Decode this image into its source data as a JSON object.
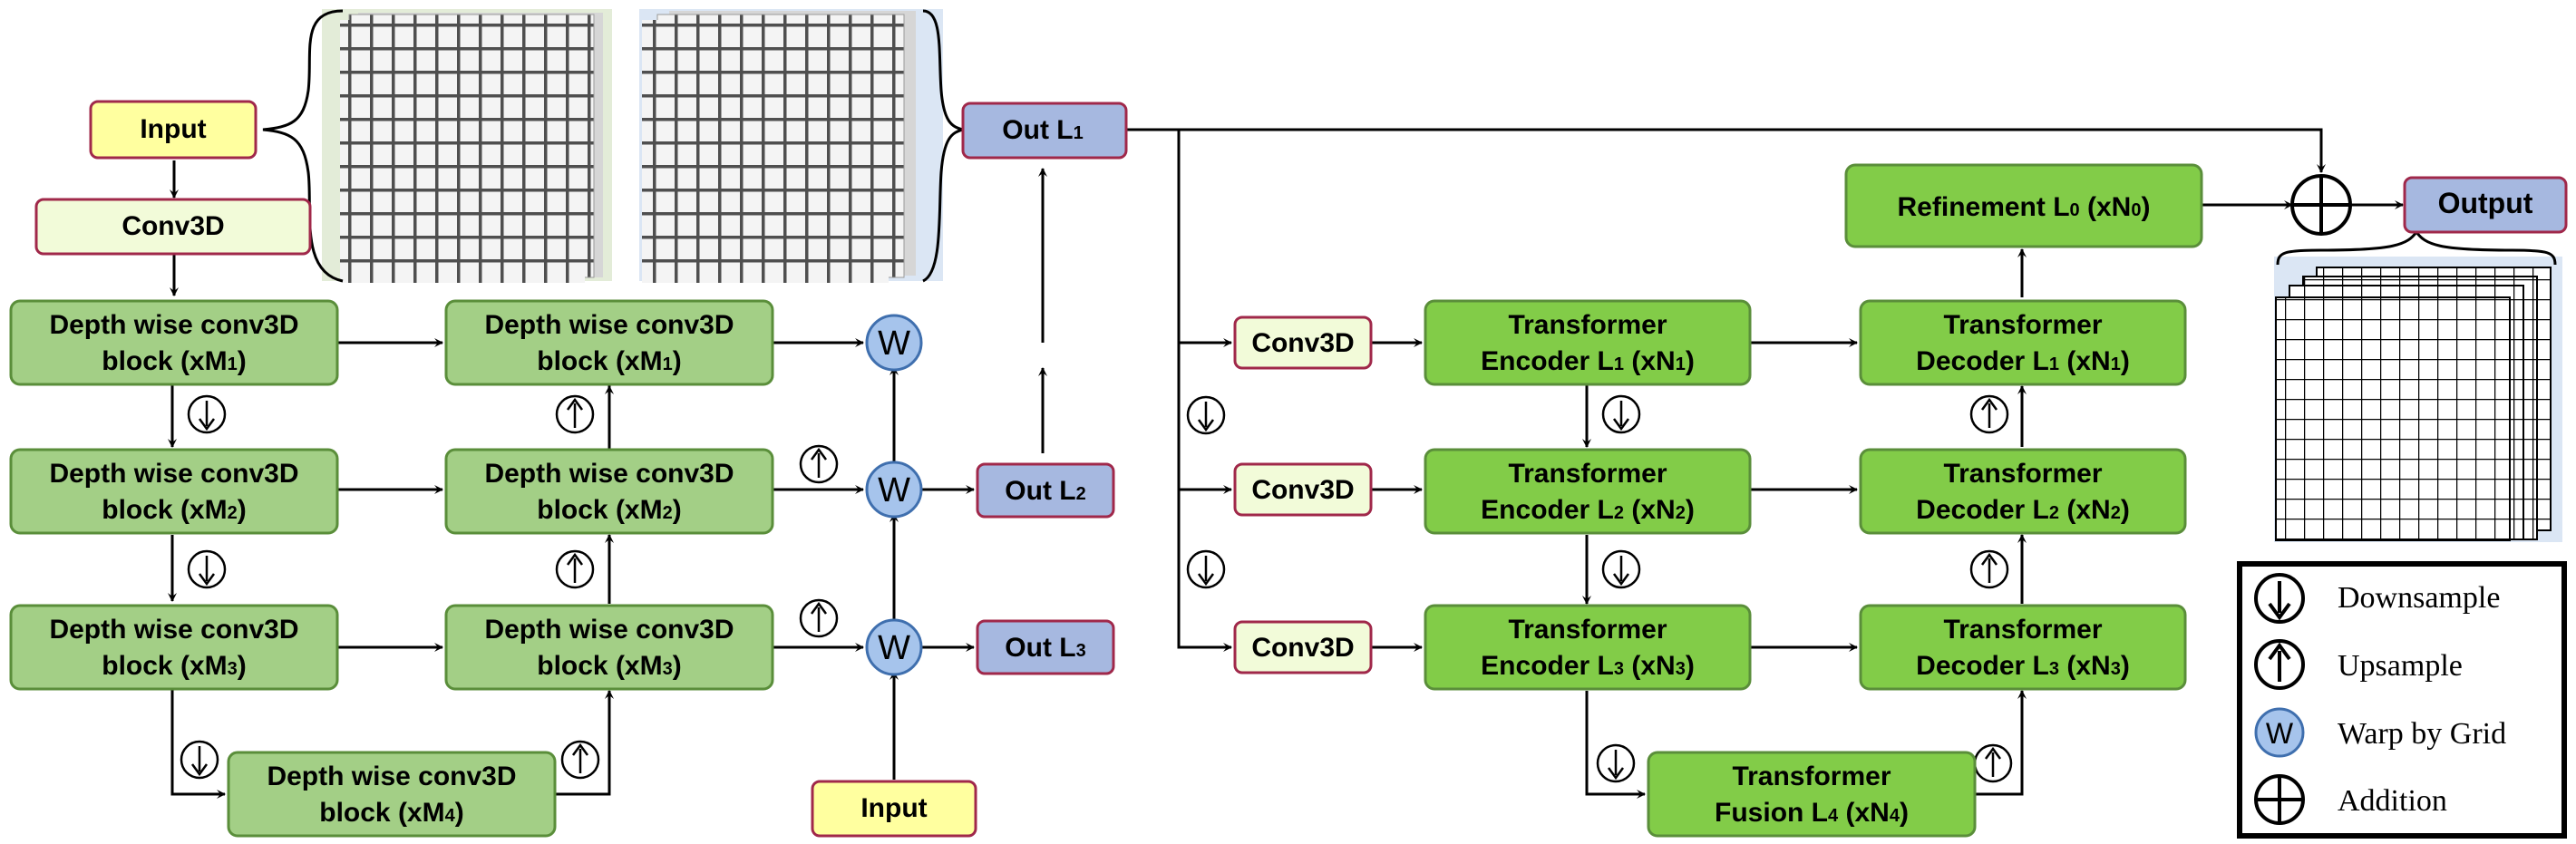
{
  "inputs": {
    "top": "Input",
    "bottom": "Input"
  },
  "conv_top": "Conv3D",
  "outputs": {
    "l1": "Out L",
    "l2": "Out L",
    "l3": "Out L",
    "final": "Output"
  },
  "subscripts": {
    "one": "1",
    "two": "2",
    "three": "3",
    "four": "4",
    "zero": "0"
  },
  "dw_block": {
    "line1": "Depth wise conv3D",
    "line2a": "block (xM",
    "close": ")"
  },
  "warp_label": "W",
  "conv_right": "Conv3D",
  "transformer": {
    "word": "Transformer",
    "encoder": "Encoder L",
    "decoder": "Decoder L",
    "fusion": "Fusion L",
    "xn": " (xN",
    "close": ")"
  },
  "refinement": {
    "prefix": "Refinement L",
    "xn": " (xN",
    "close": ")"
  },
  "legend": {
    "downsample": "Downsample",
    "upsample": "Upsample",
    "warp": "Warp by Grid",
    "addition": "Addition"
  },
  "colors": {
    "green_block": "#a3cf86",
    "green_block_border": "#5a8e3a",
    "transformer_fill": "#82cc48",
    "input_fill": "#ffff9f",
    "conv_fill": "#f2fbd9",
    "out_fill": "#a6b8e0",
    "box_border": "#a0284a",
    "warp_fill": "#a6c4ec",
    "warp_border": "#3f6fae"
  }
}
